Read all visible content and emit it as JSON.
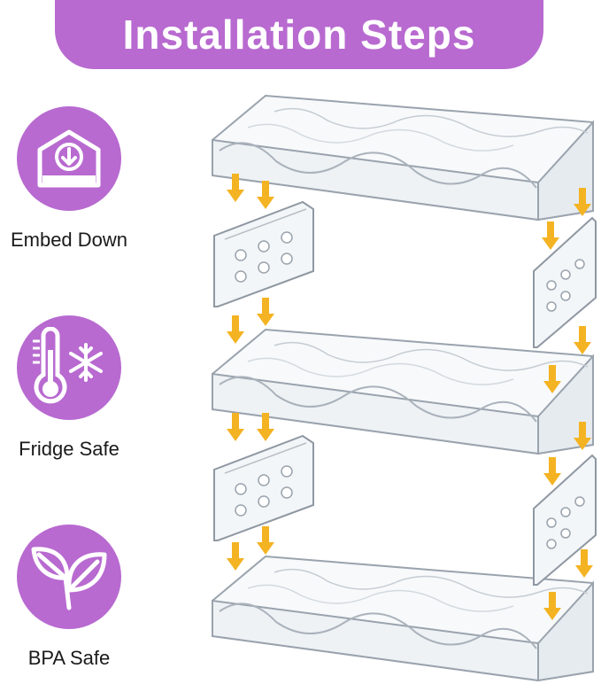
{
  "header": {
    "title": "Installation Steps"
  },
  "features": [
    {
      "label": "Embed Down",
      "icon": "house-download-icon"
    },
    {
      "label": "Fridge Safe",
      "icon": "thermometer-snowflake-icon"
    },
    {
      "label": "BPA Safe",
      "icon": "leaves-icon"
    }
  ],
  "colors": {
    "accent": "#b86ad0",
    "arrow": "#f4b322",
    "shelf_outline": "#9aa3ad"
  }
}
